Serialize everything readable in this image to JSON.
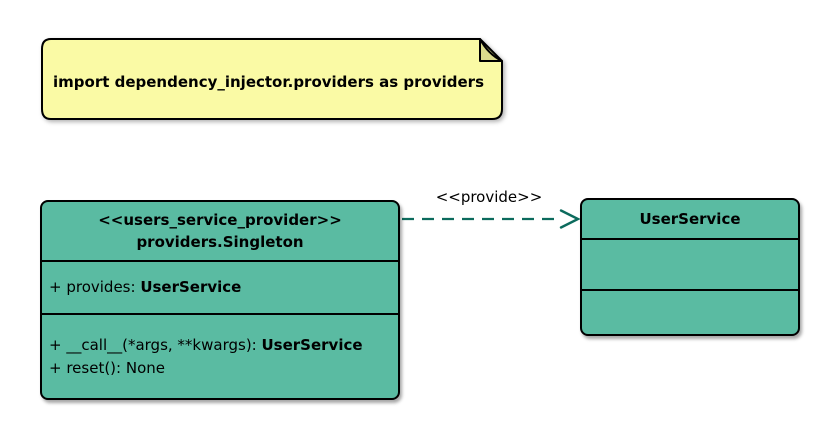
{
  "diagram_type": "uml-class-diagram",
  "note": {
    "text": "import dependency_injector.providers as providers"
  },
  "provider_class": {
    "stereotype": "<<users_service_provider>>",
    "name": "providers.Singleton",
    "attributes": [
      {
        "prefix": "+ provides: ",
        "type": "UserService"
      }
    ],
    "methods": [
      {
        "prefix": "+ __call__(*args, **kwargs): ",
        "type": "UserService"
      },
      {
        "prefix": "+ reset(): None",
        "type": ""
      }
    ]
  },
  "service_class": {
    "name": "UserService",
    "attributes": [],
    "methods": []
  },
  "edge": {
    "label": "<<provide>>",
    "style": "dashed",
    "from": "providers.Singleton",
    "to": "UserService",
    "arrowhead": "open"
  },
  "colors": {
    "class_fill": "#5ABBA2",
    "note_fill": "#FAFAA5",
    "note_fold": "#DBDB8D",
    "edge_stroke": "#0C6B5D",
    "border": "#000000",
    "text": "#000000",
    "background": "#FFFFFF"
  }
}
